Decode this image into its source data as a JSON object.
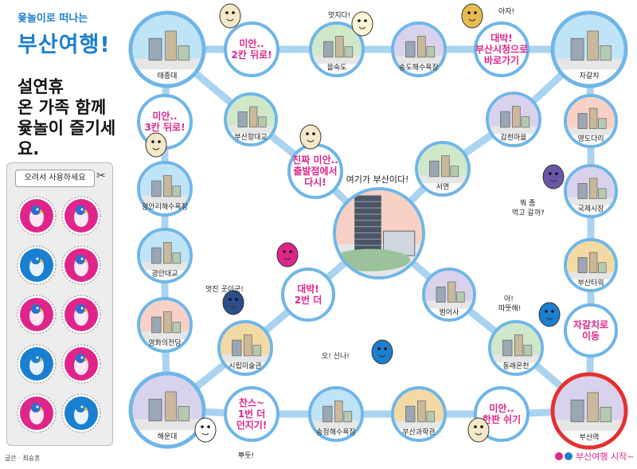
{
  "header": {
    "subtitle": "윷놀이로 떠나는",
    "title": "부산여행!",
    "description": [
      "설연휴",
      "온 가족 함께",
      "윷놀이 즐기세요."
    ]
  },
  "cut_panel": {
    "label": "오려서 사용하세요",
    "scissors_icon": "scissors-icon",
    "pieces": [
      {
        "color": "#e0258a"
      },
      {
        "color": "#e0258a"
      },
      {
        "color": "#1a7fd0"
      },
      {
        "color": "#e0258a"
      },
      {
        "color": "#e0258a"
      },
      {
        "color": "#e0258a"
      },
      {
        "color": "#1a7fd0"
      },
      {
        "color": "#e0258a"
      },
      {
        "color": "#e0258a"
      },
      {
        "color": "#1a7fd0"
      }
    ]
  },
  "credit": "글쓴 · 최승혼",
  "colors": {
    "path": "#a9d3f0",
    "ring": "#6fb6e8",
    "fill": "#ddf0fb",
    "pink": "#e0258a",
    "blue": "#1a7fd0",
    "start": "#e53030"
  },
  "nodes": [
    {
      "id": "taejongdae",
      "label": "태종대",
      "kind": "corner"
    },
    {
      "id": "back2",
      "text": [
        "미안..",
        "2칸 뒤로!"
      ],
      "kind": "text"
    },
    {
      "id": "eulsukdo",
      "label": "을숙도",
      "kind": "place"
    },
    {
      "id": "songdo",
      "label": "송도해수욕장",
      "kind": "place"
    },
    {
      "id": "cityhall",
      "text": [
        "대박!",
        "부산시청으로",
        "바로가기"
      ],
      "kind": "text"
    },
    {
      "id": "jagalchi",
      "label": "자갈치",
      "kind": "corner"
    },
    {
      "id": "back3",
      "text": [
        "미안..",
        "3칸 뒤로!"
      ],
      "kind": "text"
    },
    {
      "id": "busanbridge",
      "label": "부산항대교",
      "kind": "place"
    },
    {
      "id": "gamcheon",
      "label": "감천마을",
      "kind": "place"
    },
    {
      "id": "yeongdodari",
      "label": "영도다리",
      "kind": "place"
    },
    {
      "id": "gwangalli",
      "label": "광안리해수욕장",
      "kind": "place"
    },
    {
      "id": "tostart",
      "text": [
        "진짜 미안..",
        "출발점에서",
        "다시!"
      ],
      "kind": "text"
    },
    {
      "id": "seomyeon",
      "label": "서면",
      "kind": "place"
    },
    {
      "id": "gukje",
      "label": "국제시장",
      "kind": "place"
    },
    {
      "id": "center",
      "label": "",
      "kind": "center"
    },
    {
      "id": "gwangan",
      "label": "광안대교",
      "kind": "place"
    },
    {
      "id": "busantower",
      "label": "부산타워",
      "kind": "place"
    },
    {
      "id": "forward2",
      "text": [
        "대박!",
        "2번 더"
      ],
      "kind": "text"
    },
    {
      "id": "beomeosa",
      "label": "범어사",
      "kind": "place"
    },
    {
      "id": "cinema",
      "label": "영화의전당",
      "kind": "place"
    },
    {
      "id": "togalchi",
      "text": [
        "자갈치로",
        "이동"
      ],
      "kind": "text"
    },
    {
      "id": "artmuseum",
      "label": "시립미술관",
      "kind": "place"
    },
    {
      "id": "dongnae",
      "label": "동래온천",
      "kind": "place"
    },
    {
      "id": "haeundae",
      "label": "해운대",
      "kind": "corner"
    },
    {
      "id": "throw1",
      "text": [
        "찬스~",
        "1번 더",
        "던지기!"
      ],
      "kind": "text"
    },
    {
      "id": "songjeong",
      "label": "송정해수욕장",
      "kind": "place"
    },
    {
      "id": "science",
      "label": "부산과학관",
      "kind": "place"
    },
    {
      "id": "rest",
      "text": [
        "미안..",
        "한판 쉬기"
      ],
      "kind": "text"
    },
    {
      "id": "busanstation",
      "label": "부산역",
      "kind": "start"
    }
  ],
  "notes": {
    "center_caption": "여기가 부산이다!",
    "cool": "멋지다!",
    "aja": "아자!",
    "hungry": [
      "뭐 좀",
      "먹고 갈까?"
    ],
    "great_view": "멋진 곳이군!",
    "exciting": "오! 신나!",
    "warm": [
      "아!",
      "따뜻해!"
    ],
    "ppudeut": "뿌듯!",
    "start_label": "부산여행 시작~"
  }
}
